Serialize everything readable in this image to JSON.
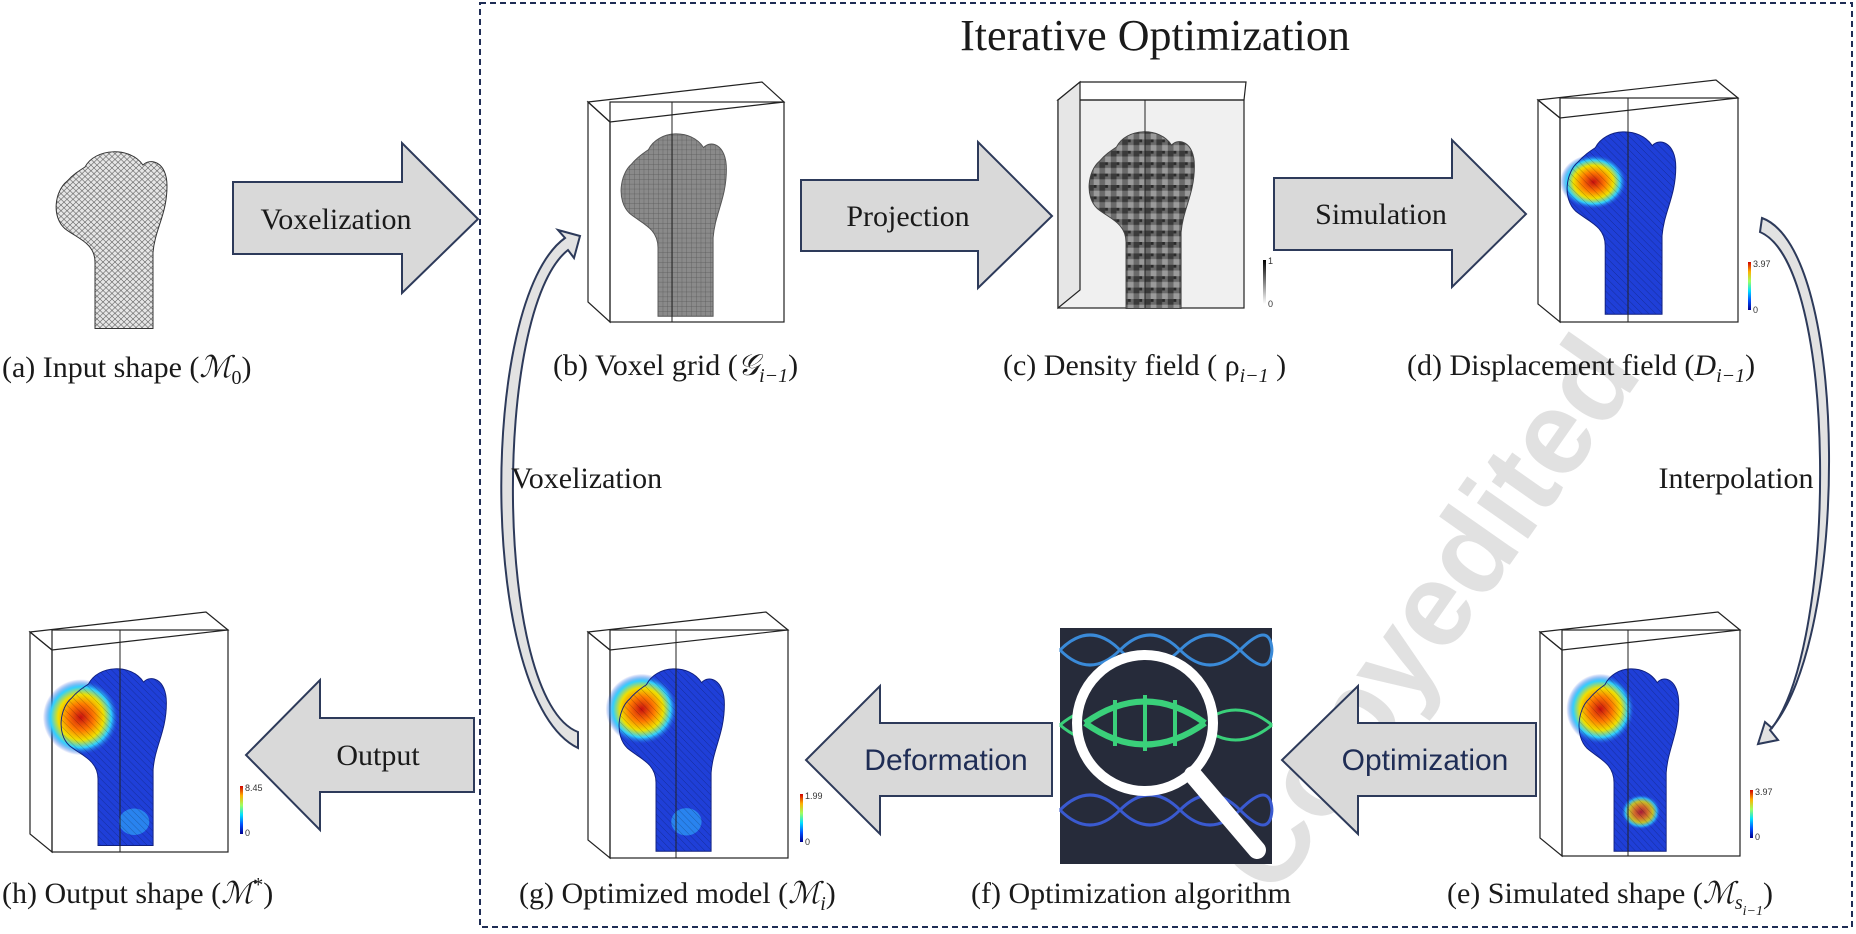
{
  "title": "Iterative Optimization",
  "arrows": {
    "voxelization_top": "Voxelization",
    "projection": "Projection",
    "simulation": "Simulation",
    "interpolation": "Interpolation",
    "optimization": "Optimization",
    "deformation": "Deformation",
    "output": "Output",
    "voxelization_loop": "Voxelization"
  },
  "captions": {
    "a": {
      "pre": "(a) Input shape (",
      "sym": "ℳ",
      "sub": "0",
      "post": ")"
    },
    "b": {
      "pre": "(b) Voxel grid (",
      "sym": "𝒢",
      "sub": "i−1",
      "post": ")"
    },
    "c": {
      "pre": "(c) Density field ( ",
      "sym": "ρ",
      "sub": "i−1",
      "post": " )"
    },
    "d": {
      "pre": "(d) Displacement field (",
      "sym": "D",
      "sub": "i−1",
      "post": ")"
    },
    "e": {
      "pre": "(e) Simulated shape (",
      "sym": "ℳ",
      "sub": "s",
      "subsub": "i−1",
      "post": ")"
    },
    "f": {
      "text": "(f) Optimization algorithm"
    },
    "g": {
      "pre": "(g) Optimized model (",
      "sym": "ℳ",
      "sub": "i",
      "post": ")"
    },
    "h": {
      "pre": "(h) Output shape (",
      "sym": "ℳ",
      "sup": "*",
      "post": ")"
    }
  },
  "colorbars": {
    "c": {
      "max": "1",
      "min": "0"
    },
    "d": {
      "max": "3.97",
      "min": "0"
    },
    "e": {
      "max": "3.97",
      "min": "0"
    },
    "g": {
      "max": "1.99",
      "min": "0"
    },
    "h": {
      "max": "8.45",
      "min": "0"
    }
  },
  "watermark": "Copyedited",
  "colors": {
    "arrow_fill": "#d9d9d9",
    "arrow_stroke": "#2d3a5a",
    "frame": "#1f2d55",
    "jet_low": "#1f2fd0",
    "jet_high": "#d42020",
    "algo_bg": "#262b3a",
    "dna_green": "#3ad07a",
    "dna_blue": "#3a8ad8"
  }
}
